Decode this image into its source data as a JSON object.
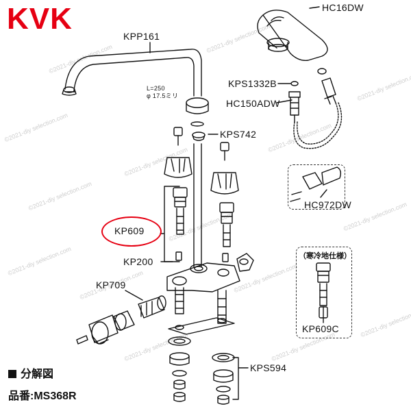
{
  "brand": {
    "logo_text": "KVK",
    "brand_color": "#e60012"
  },
  "spout_spec": {
    "length": "L=250",
    "diameter": "φ 17.5ミリ"
  },
  "parts": [
    {
      "id": "kpp161",
      "label": "KPP161"
    },
    {
      "id": "hc16dw",
      "label": "HC16DW"
    },
    {
      "id": "kps1332b",
      "label": "KPS1332B"
    },
    {
      "id": "hc150adw",
      "label": "HC150ADW"
    },
    {
      "id": "kps742",
      "label": "KPS742"
    },
    {
      "id": "hc972dw",
      "label": "HC972DW"
    },
    {
      "id": "kp609",
      "label": "KP609"
    },
    {
      "id": "kp200",
      "label": "KP200"
    },
    {
      "id": "kp709",
      "label": "KP709"
    },
    {
      "id": "kp609c",
      "label": "KP609C"
    },
    {
      "id": "kps594",
      "label": "KPS594"
    }
  ],
  "cold_region": {
    "title": "（寒冷地仕様）"
  },
  "caption": {
    "diagram_title": "分解図",
    "model": "品番:MS368R"
  },
  "watermark": {
    "text": "©2021-diy selection.com"
  },
  "colors": {
    "line": "#111111",
    "highlight": "#e60012"
  }
}
